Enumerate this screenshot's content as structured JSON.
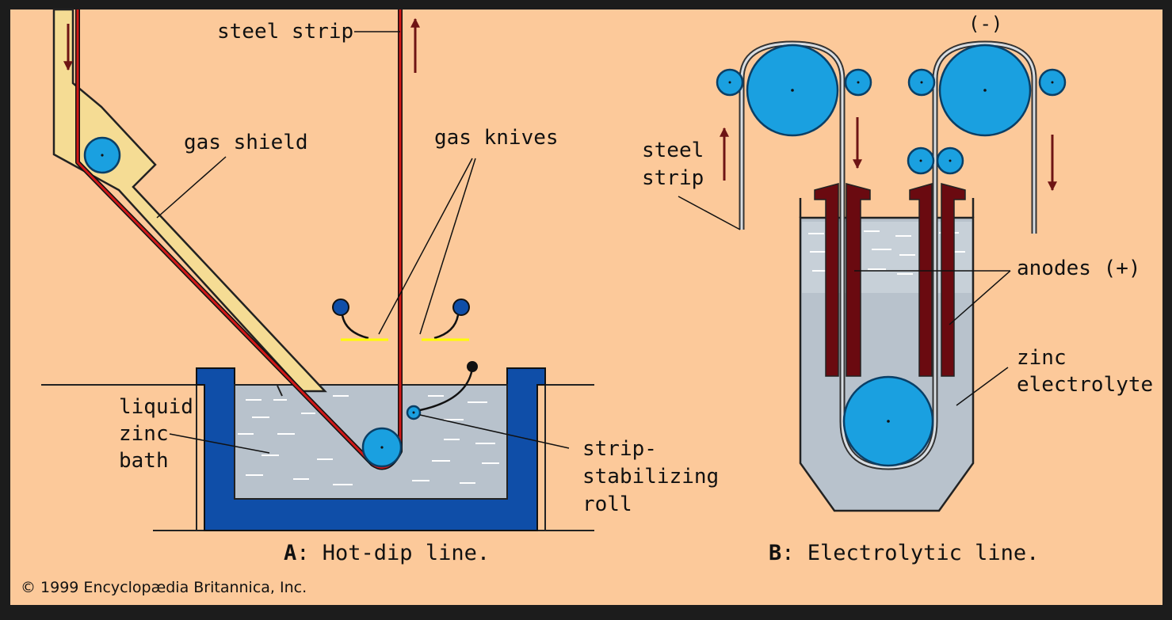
{
  "colors": {
    "background": "#fcc99a",
    "frame": "#1c1c1c",
    "roll": "#1aa0e0",
    "roll_dark": "#0a5d8c",
    "strip_hot": "#d01818",
    "arrow": "#6e1414",
    "shield": "#f5dc94",
    "tank": "#0f4ea8",
    "liquid": "#b8c2cc",
    "anode": "#6a0a10",
    "knife_jet": "#ffff00"
  },
  "panel_a": {
    "caption_letter": "A",
    "caption_text": ": Hot-dip line.",
    "labels": {
      "steel_strip": "steel strip",
      "gas_shield": "gas shield",
      "gas_knives": "gas knives",
      "liquid_zinc_bath": [
        "liquid",
        "zinc",
        "bath"
      ],
      "strip_stabilizing_roll": [
        "strip-",
        "stabilizing",
        "roll"
      ]
    }
  },
  "panel_b": {
    "caption_letter": "B",
    "caption_text": ": Electrolytic line.",
    "labels": {
      "negative": "(-)",
      "steel_strip": [
        "steel",
        "strip"
      ],
      "anodes": "anodes (+)",
      "zinc_electrolyte": [
        "zinc",
        "electrolyte"
      ]
    }
  },
  "copyright": "© 1999 Encyclopædia Britannica, Inc."
}
